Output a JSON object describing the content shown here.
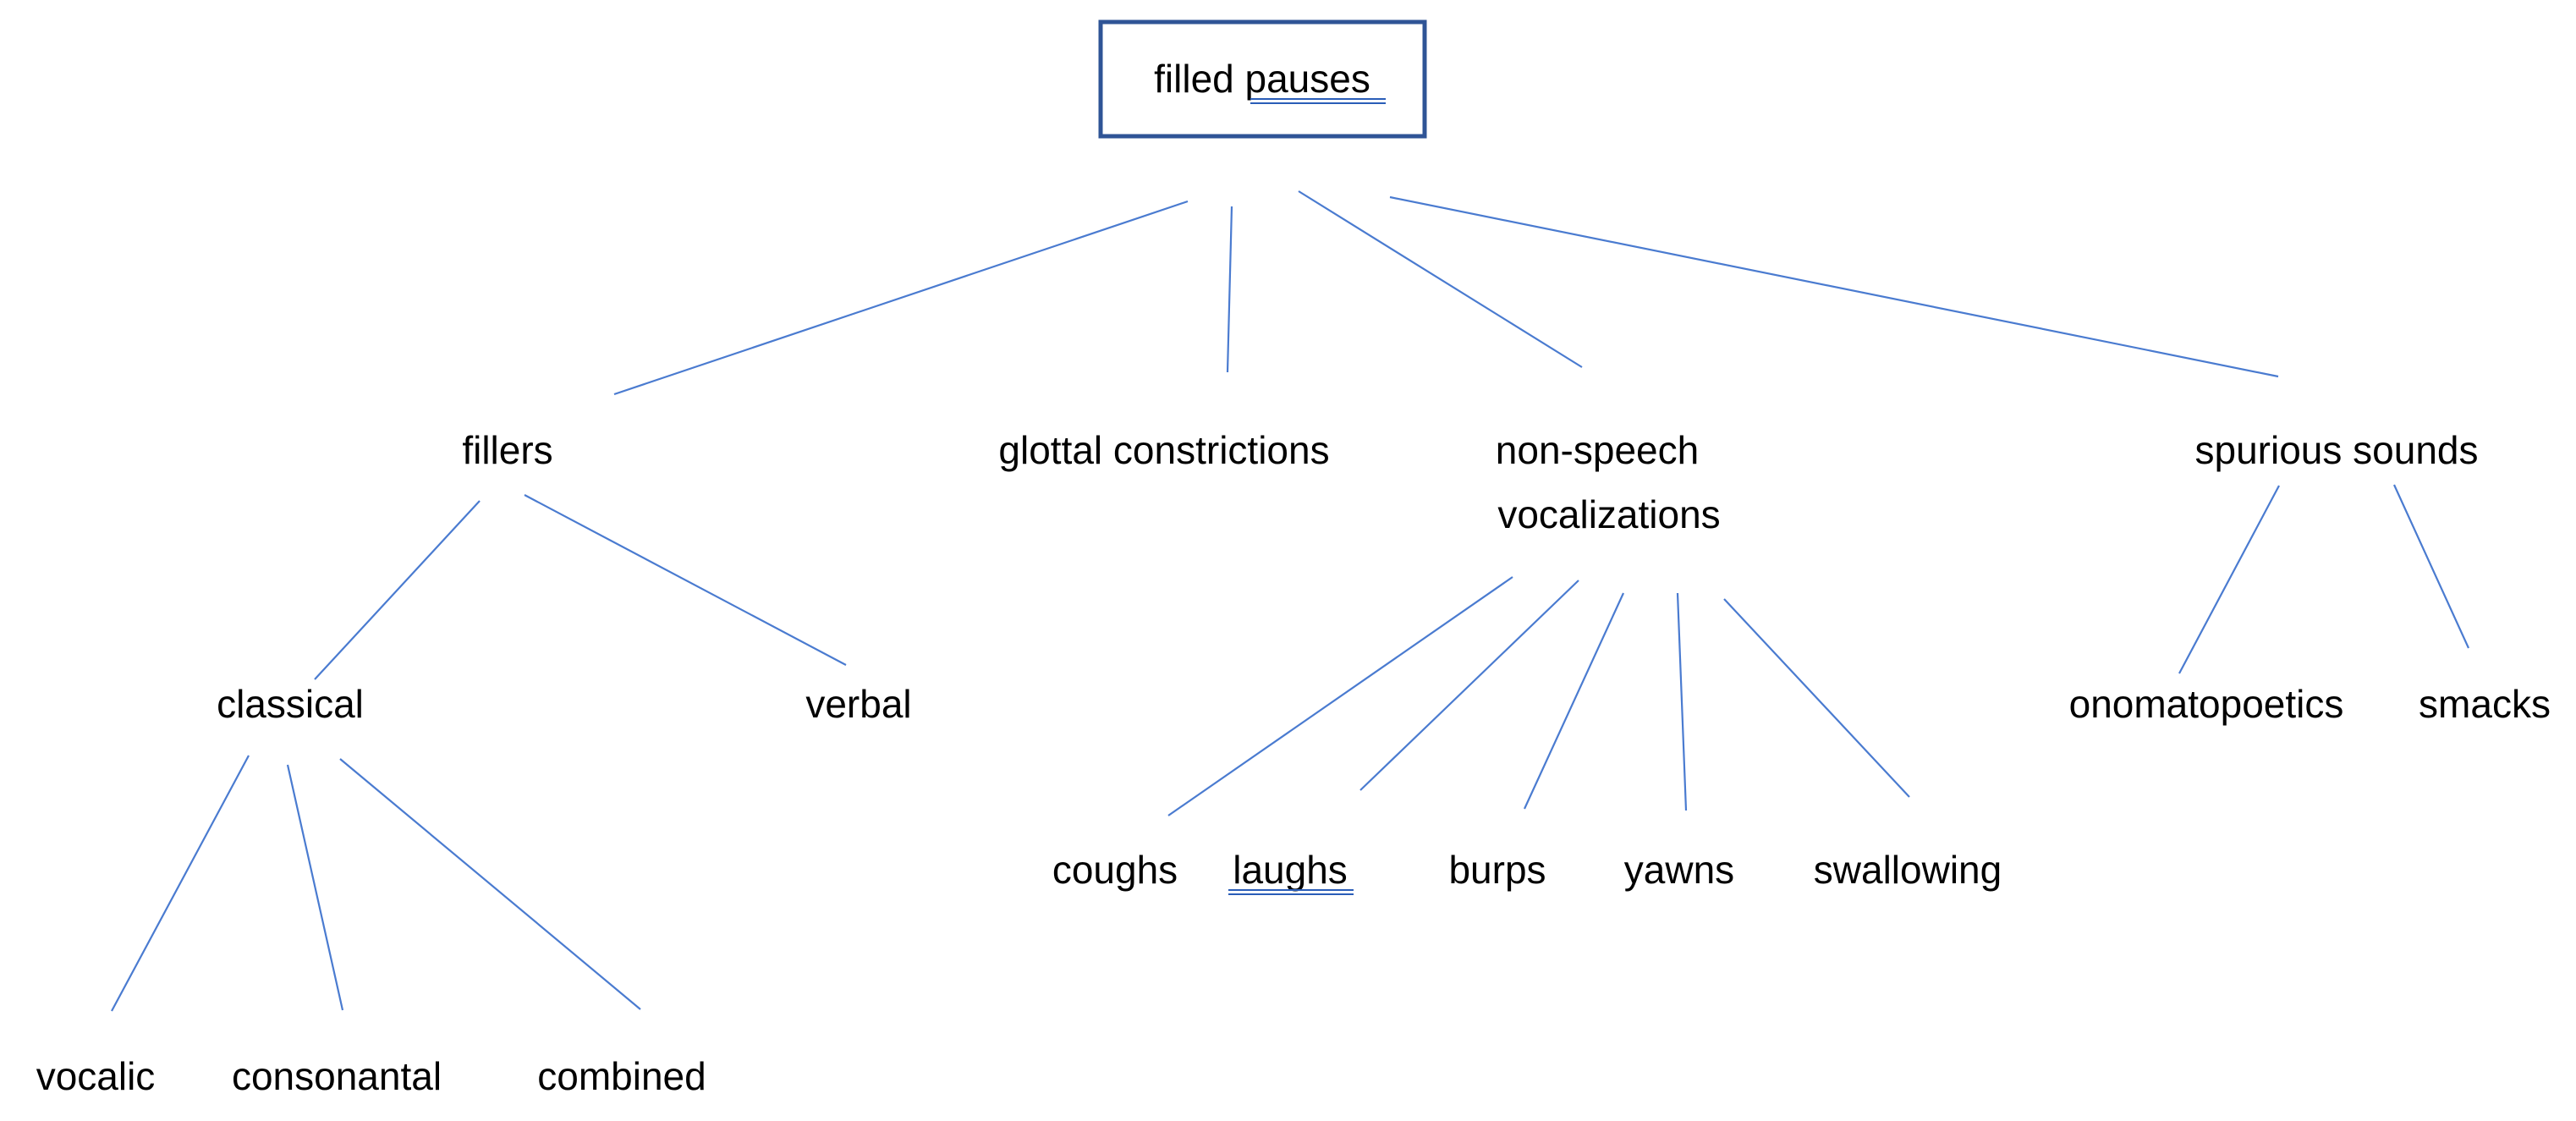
{
  "root": {
    "prefix": "filled ",
    "underlined": "pauses"
  },
  "level1": {
    "fillers": "fillers",
    "glottal": "glottal constrictions",
    "nonspeech_line1": "non-speech",
    "nonspeech_line2": "vocalizations",
    "spurious": "spurious sounds"
  },
  "level2": {
    "classical": "classical",
    "verbal": "verbal",
    "onomatopoetics": "onomatopoetics",
    "smacks": "smacks"
  },
  "level3": {
    "vocalic": "vocalic",
    "consonantal": "consonantal",
    "combined": "combined",
    "coughs": "coughs",
    "laughs": "laughs",
    "burps": "burps",
    "yawns": "yawns",
    "swallowing": "swallowing"
  },
  "colors": {
    "edge": "#4a7bd0",
    "root_border": "#2f5496",
    "spellcheck_underline": "#2a5db8"
  }
}
